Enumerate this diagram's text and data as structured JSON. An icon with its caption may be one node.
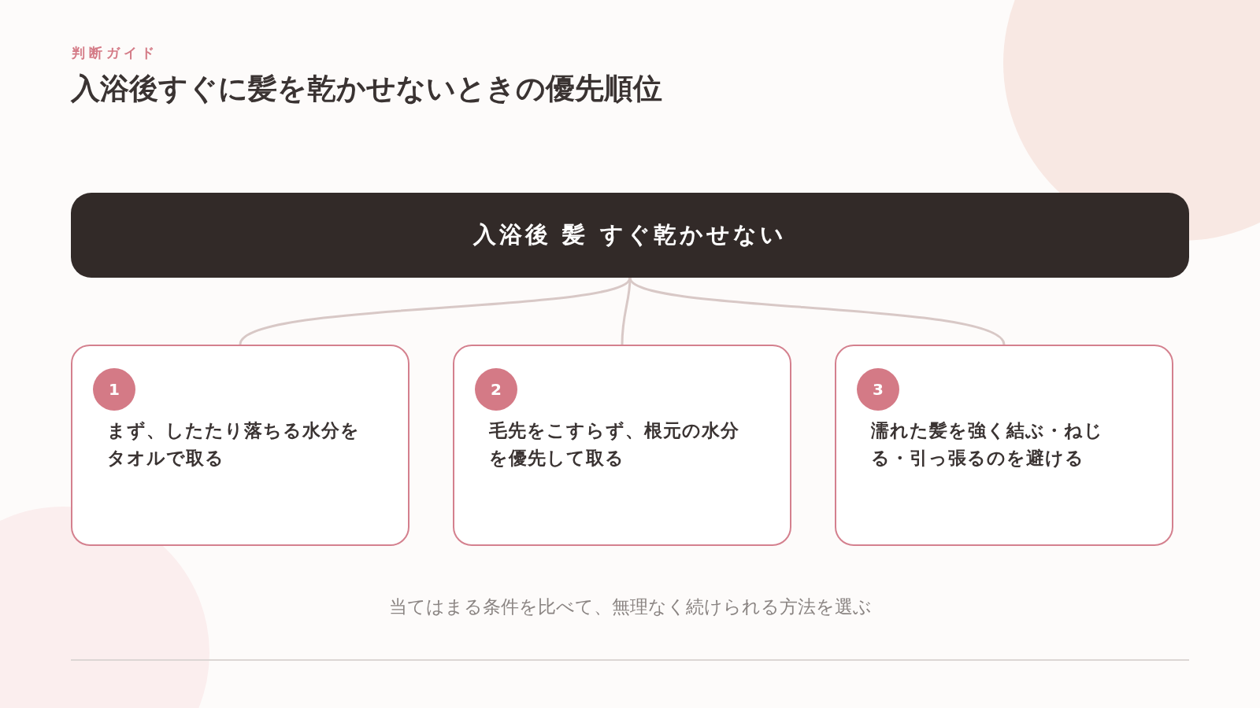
{
  "diagram": {
    "title": "入浴後すぐに髪を乾かせないときの優先順位",
    "caption": "当てはまる条件を比べて、無理なく続けられる方法を選ぶ",
    "nodes": [
      {
        "text": [
          "入浴後 髪 すぐ乾かせない"
        ]
      },
      {
        "text": [
          "1",
          "まず、したたり落ちる水分をタオルで取る"
        ]
      },
      {
        "text": [
          "2",
          "毛先をこすらず、根元の水分を優先して取る"
        ]
      },
      {
        "text": [
          "3",
          "濡れた髪を強く結ぶ・ねじる・引っ張るのを避ける"
        ]
      }
    ],
    "edges": [
      {
        "from": 0,
        "to": 1,
        "arrow": "none"
      },
      {
        "from": 0,
        "to": 2,
        "arrow": "none"
      },
      {
        "from": 0,
        "to": 3,
        "arrow": "none"
      }
    ],
    "labels": [
      "判断ガイド"
    ]
  }
}
